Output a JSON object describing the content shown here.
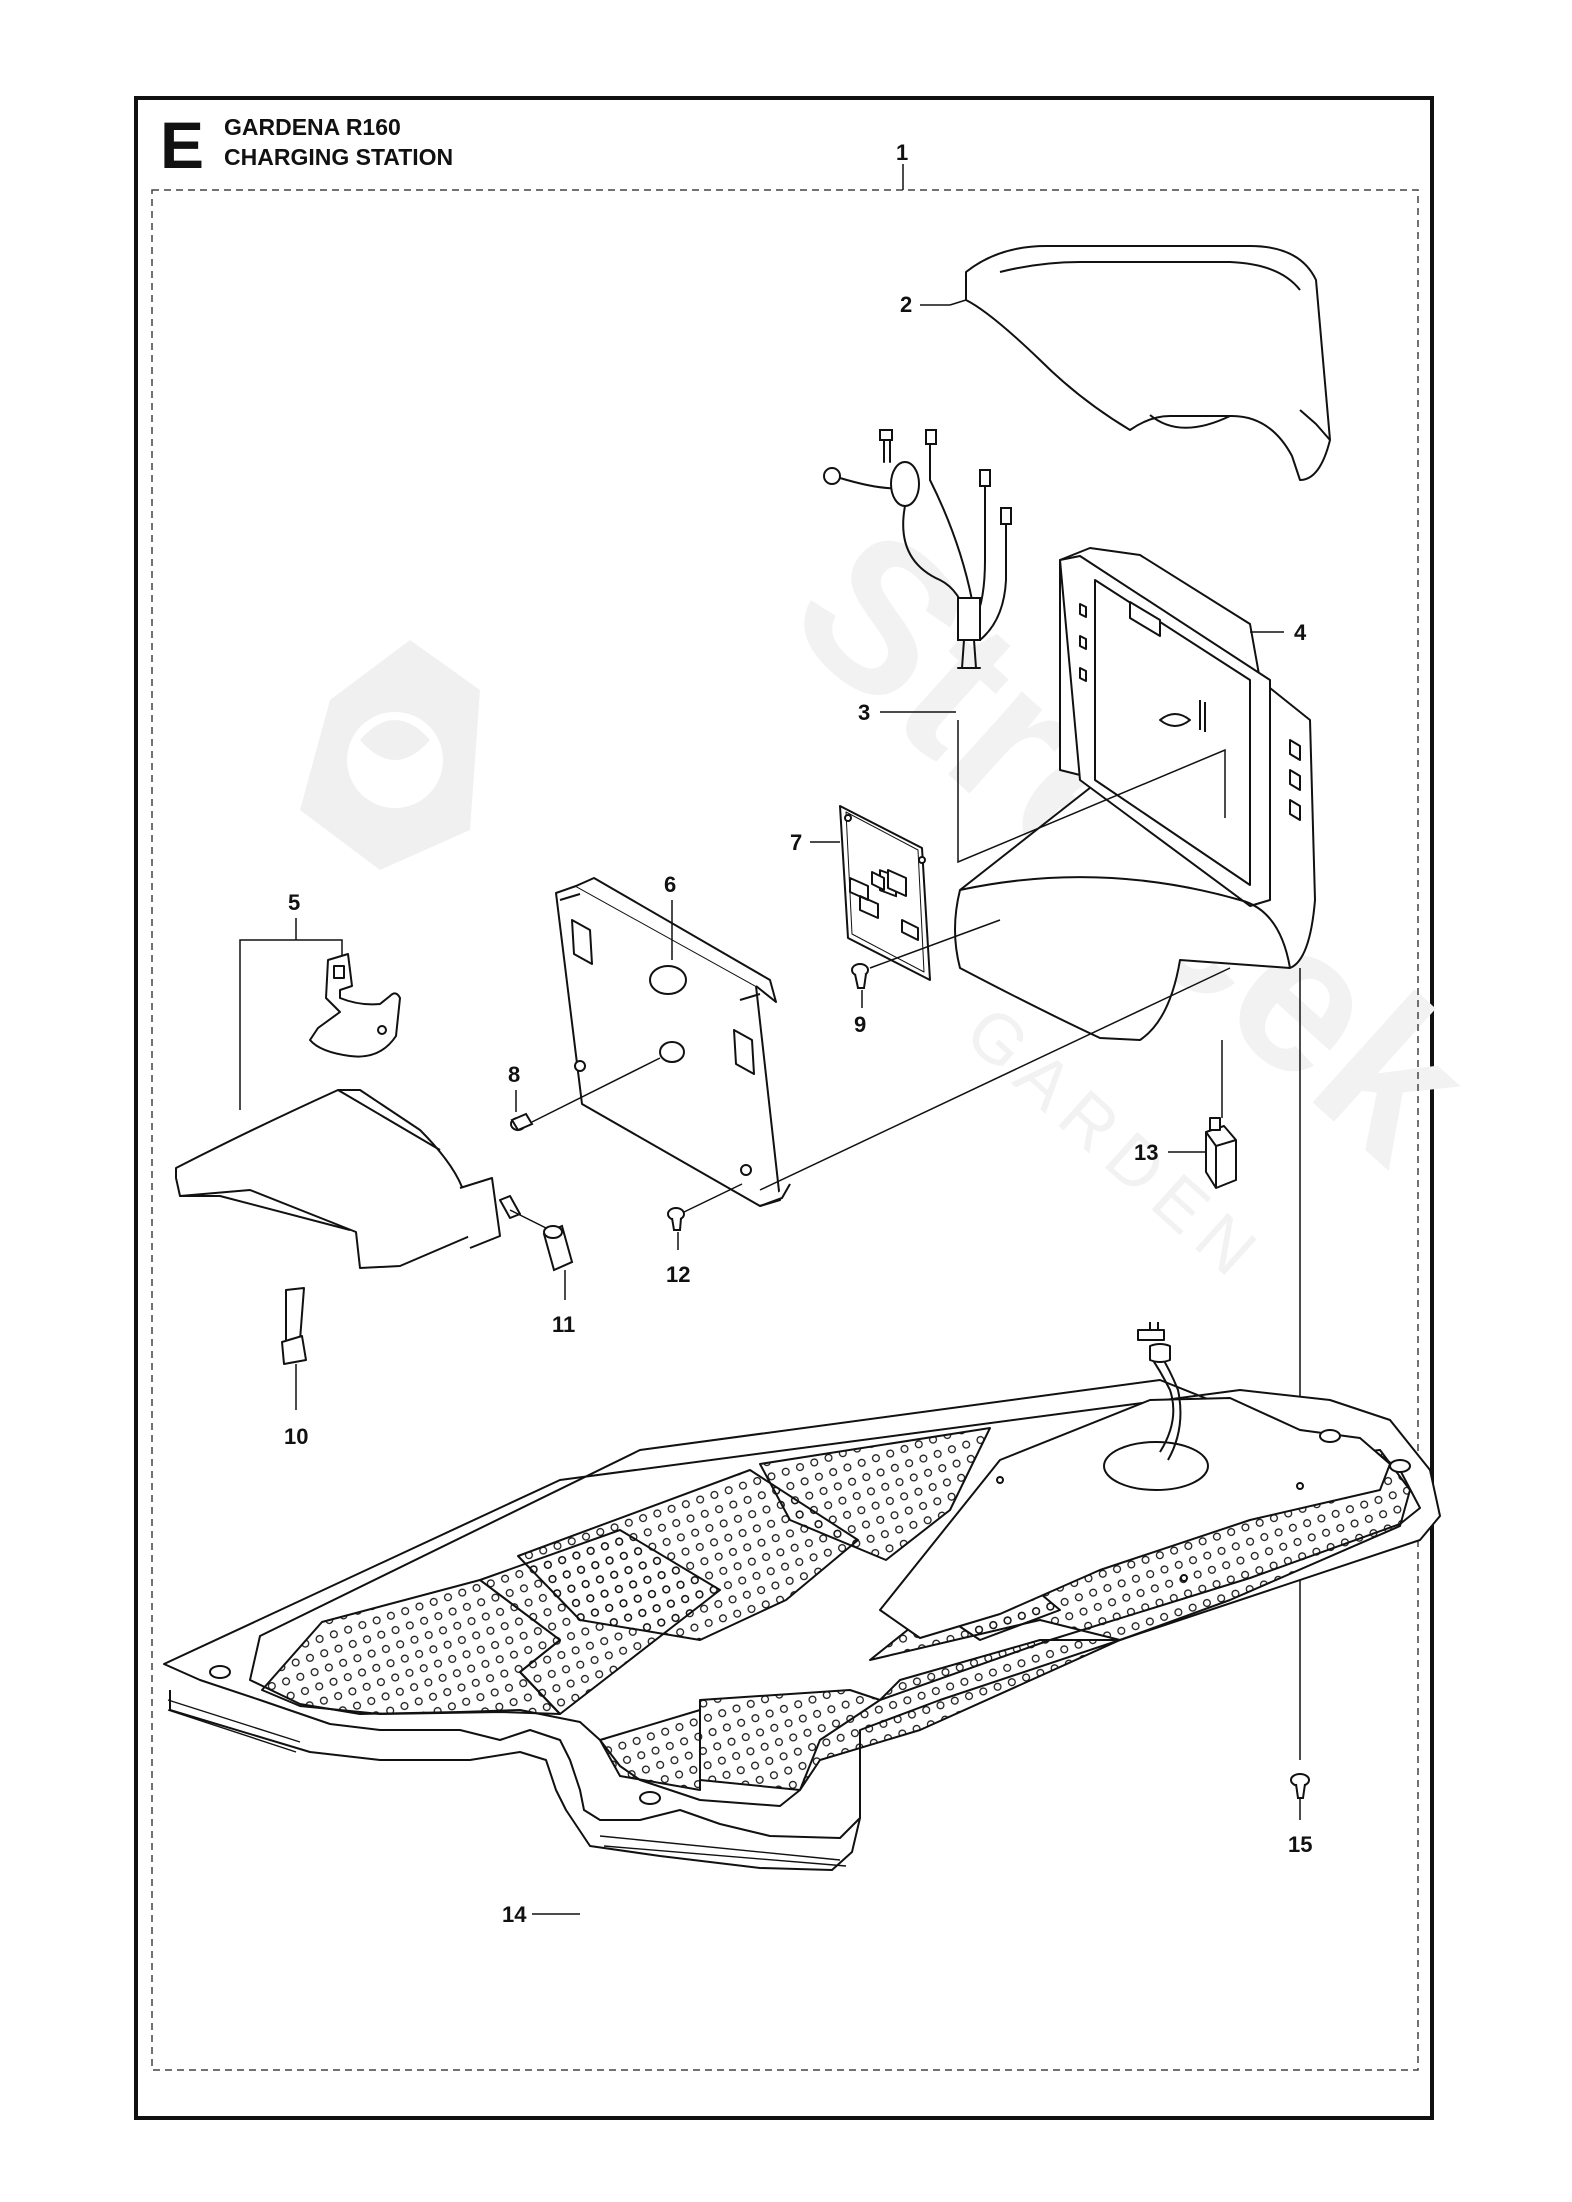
{
  "header": {
    "section_letter": "E",
    "title_line1": "GARDENA R160",
    "title_line2": "CHARGING STATION"
  },
  "callouts": [
    {
      "id": "c1",
      "label": "1"
    },
    {
      "id": "c2",
      "label": "2"
    },
    {
      "id": "c3",
      "label": "3"
    },
    {
      "id": "c4",
      "label": "4"
    },
    {
      "id": "c5",
      "label": "5"
    },
    {
      "id": "c6",
      "label": "6"
    },
    {
      "id": "c7",
      "label": "7"
    },
    {
      "id": "c8",
      "label": "8"
    },
    {
      "id": "c9",
      "label": "9"
    },
    {
      "id": "c10",
      "label": "10"
    },
    {
      "id": "c11",
      "label": "11"
    },
    {
      "id": "c12",
      "label": "12"
    },
    {
      "id": "c13",
      "label": "13"
    },
    {
      "id": "c14",
      "label": "14"
    },
    {
      "id": "c15",
      "label": "15"
    }
  ],
  "watermark": {
    "brand": "Strejček",
    "sub": "GARDEN"
  },
  "colors": {
    "line": "#111111",
    "watermark": "#efefef"
  }
}
